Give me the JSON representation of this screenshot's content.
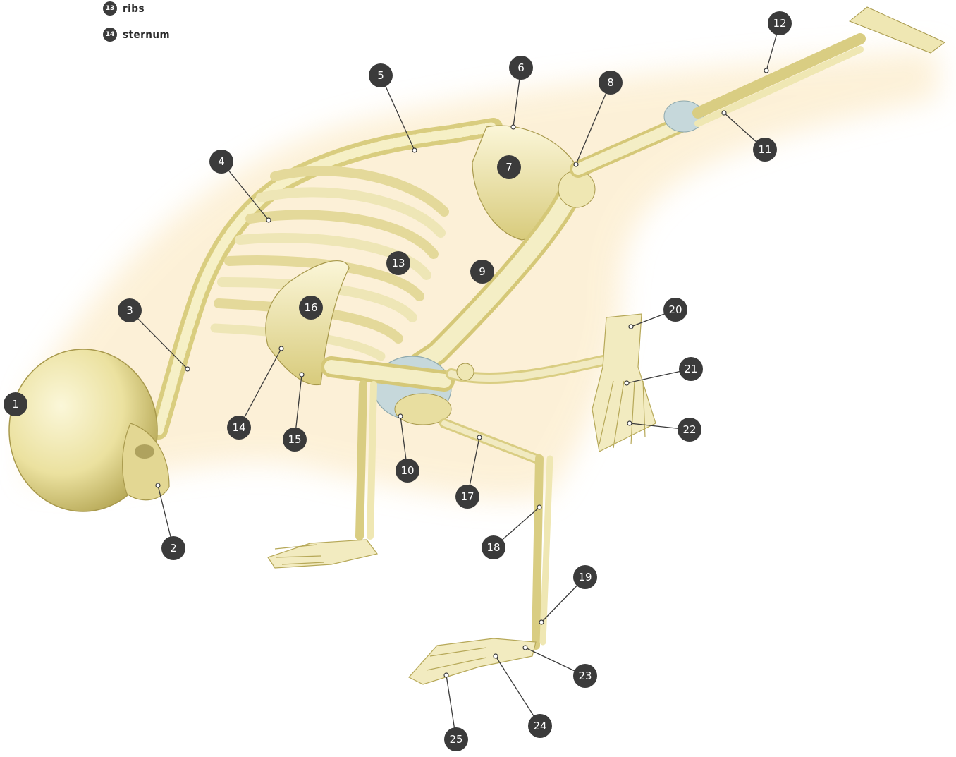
{
  "legend": [
    {
      "number": "13",
      "term": "ribs"
    },
    {
      "number": "14",
      "term": "sternum"
    }
  ],
  "callouts": [
    "1",
    "2",
    "3",
    "4",
    "5",
    "6",
    "7",
    "8",
    "9",
    "10",
    "11",
    "12",
    "13",
    "14",
    "15",
    "16",
    "17",
    "18",
    "19",
    "20",
    "21",
    "22",
    "23",
    "24",
    "25"
  ],
  "colors": {
    "bone": "#f1ebb8",
    "bone_shadow": "#c9bd6e",
    "bone_outline": "#8a7f3c",
    "cartilage": "#bfd3d6",
    "halo": "#fbe9c4",
    "callout_fill": "#3b3b3b",
    "callout_text": "#ffffff"
  }
}
